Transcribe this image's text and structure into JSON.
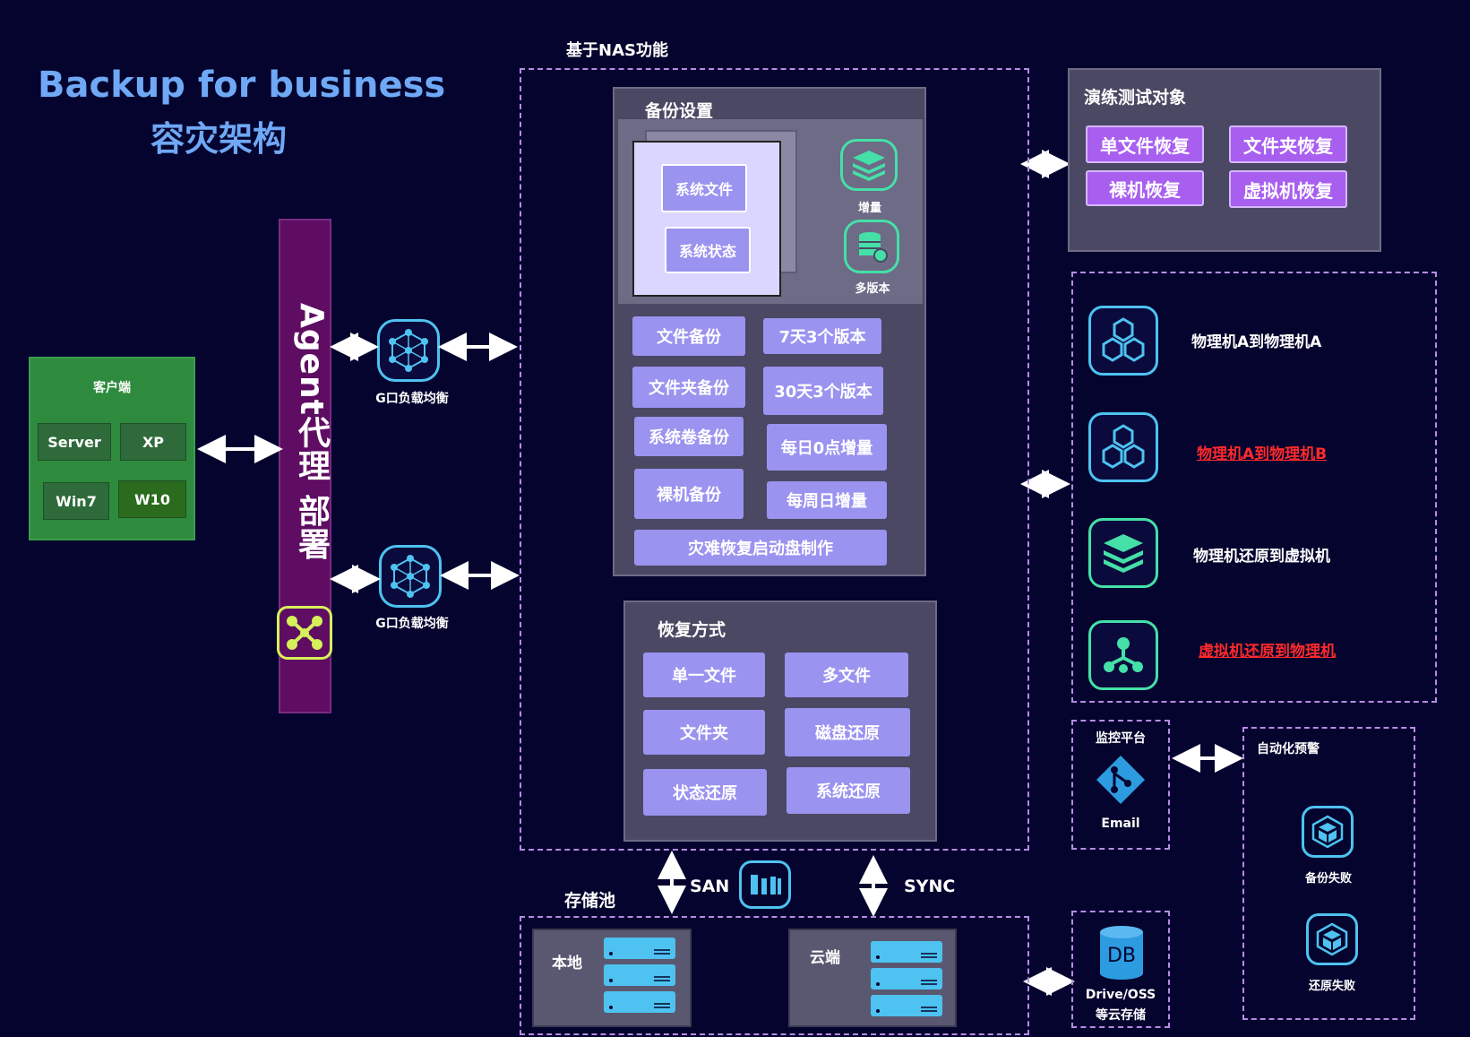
{
  "title": {
    "line1": "Backup for business",
    "line2": "容灾架构"
  },
  "nas_label": "基于NAS功能",
  "client": {
    "title": "客户端",
    "items": [
      "Server",
      "XP",
      "Win7",
      "W10"
    ]
  },
  "agent": {
    "label": "Agent代理 部署"
  },
  "lb": {
    "top": "G口负载均衡",
    "bottom": "G口负载均衡"
  },
  "backup_settings": {
    "title": "备份设置",
    "inner": [
      "系统文件",
      "系统状态"
    ],
    "icons": [
      "增量",
      "多版本"
    ],
    "left_buttons": [
      "文件备份",
      "文件夹备份",
      "系统卷备份",
      "裸机备份"
    ],
    "right_buttons": [
      "7天3个版本",
      "30天3个版本",
      "每日0点增量",
      "每周日增量"
    ],
    "bottom_button": "灾难恢复启动盘制作"
  },
  "restore": {
    "title": "恢复方式",
    "buttons": [
      "单一文件",
      "多文件",
      "文件夹",
      "磁盘还原",
      "状态还原",
      "系统还原"
    ]
  },
  "drill": {
    "title": "演练测试对象",
    "buttons": [
      "单文件恢复",
      "文件夹恢复",
      "裸机恢复",
      "虚拟机恢复"
    ]
  },
  "scenarios": [
    {
      "label": "物理机A到物理机A",
      "red": false
    },
    {
      "label": "物理机A到物理机B",
      "red": true
    },
    {
      "label": "物理机还原到虚拟机",
      "red": false
    },
    {
      "label": "虚拟机还原到物理机",
      "red": true
    }
  ],
  "monitor": {
    "title": "监控平台",
    "email": "Email"
  },
  "alert": {
    "title": "自动化预警",
    "items": [
      "备份失败",
      "还原失败"
    ]
  },
  "storage": {
    "label": "存储池",
    "san": "SAN",
    "sync": "SYNC",
    "local": "本地",
    "cloud": "云端"
  },
  "cloud_storage": {
    "db": "DB",
    "line1": "Drive/OSS",
    "line2": "等云存储"
  },
  "colors": {
    "background": "#04042e",
    "title": "#6fa8f5",
    "button": "#9a93f0",
    "violet": "#a85ff0",
    "agent": "#5e0d63",
    "client": "#2e8b3d"
  }
}
